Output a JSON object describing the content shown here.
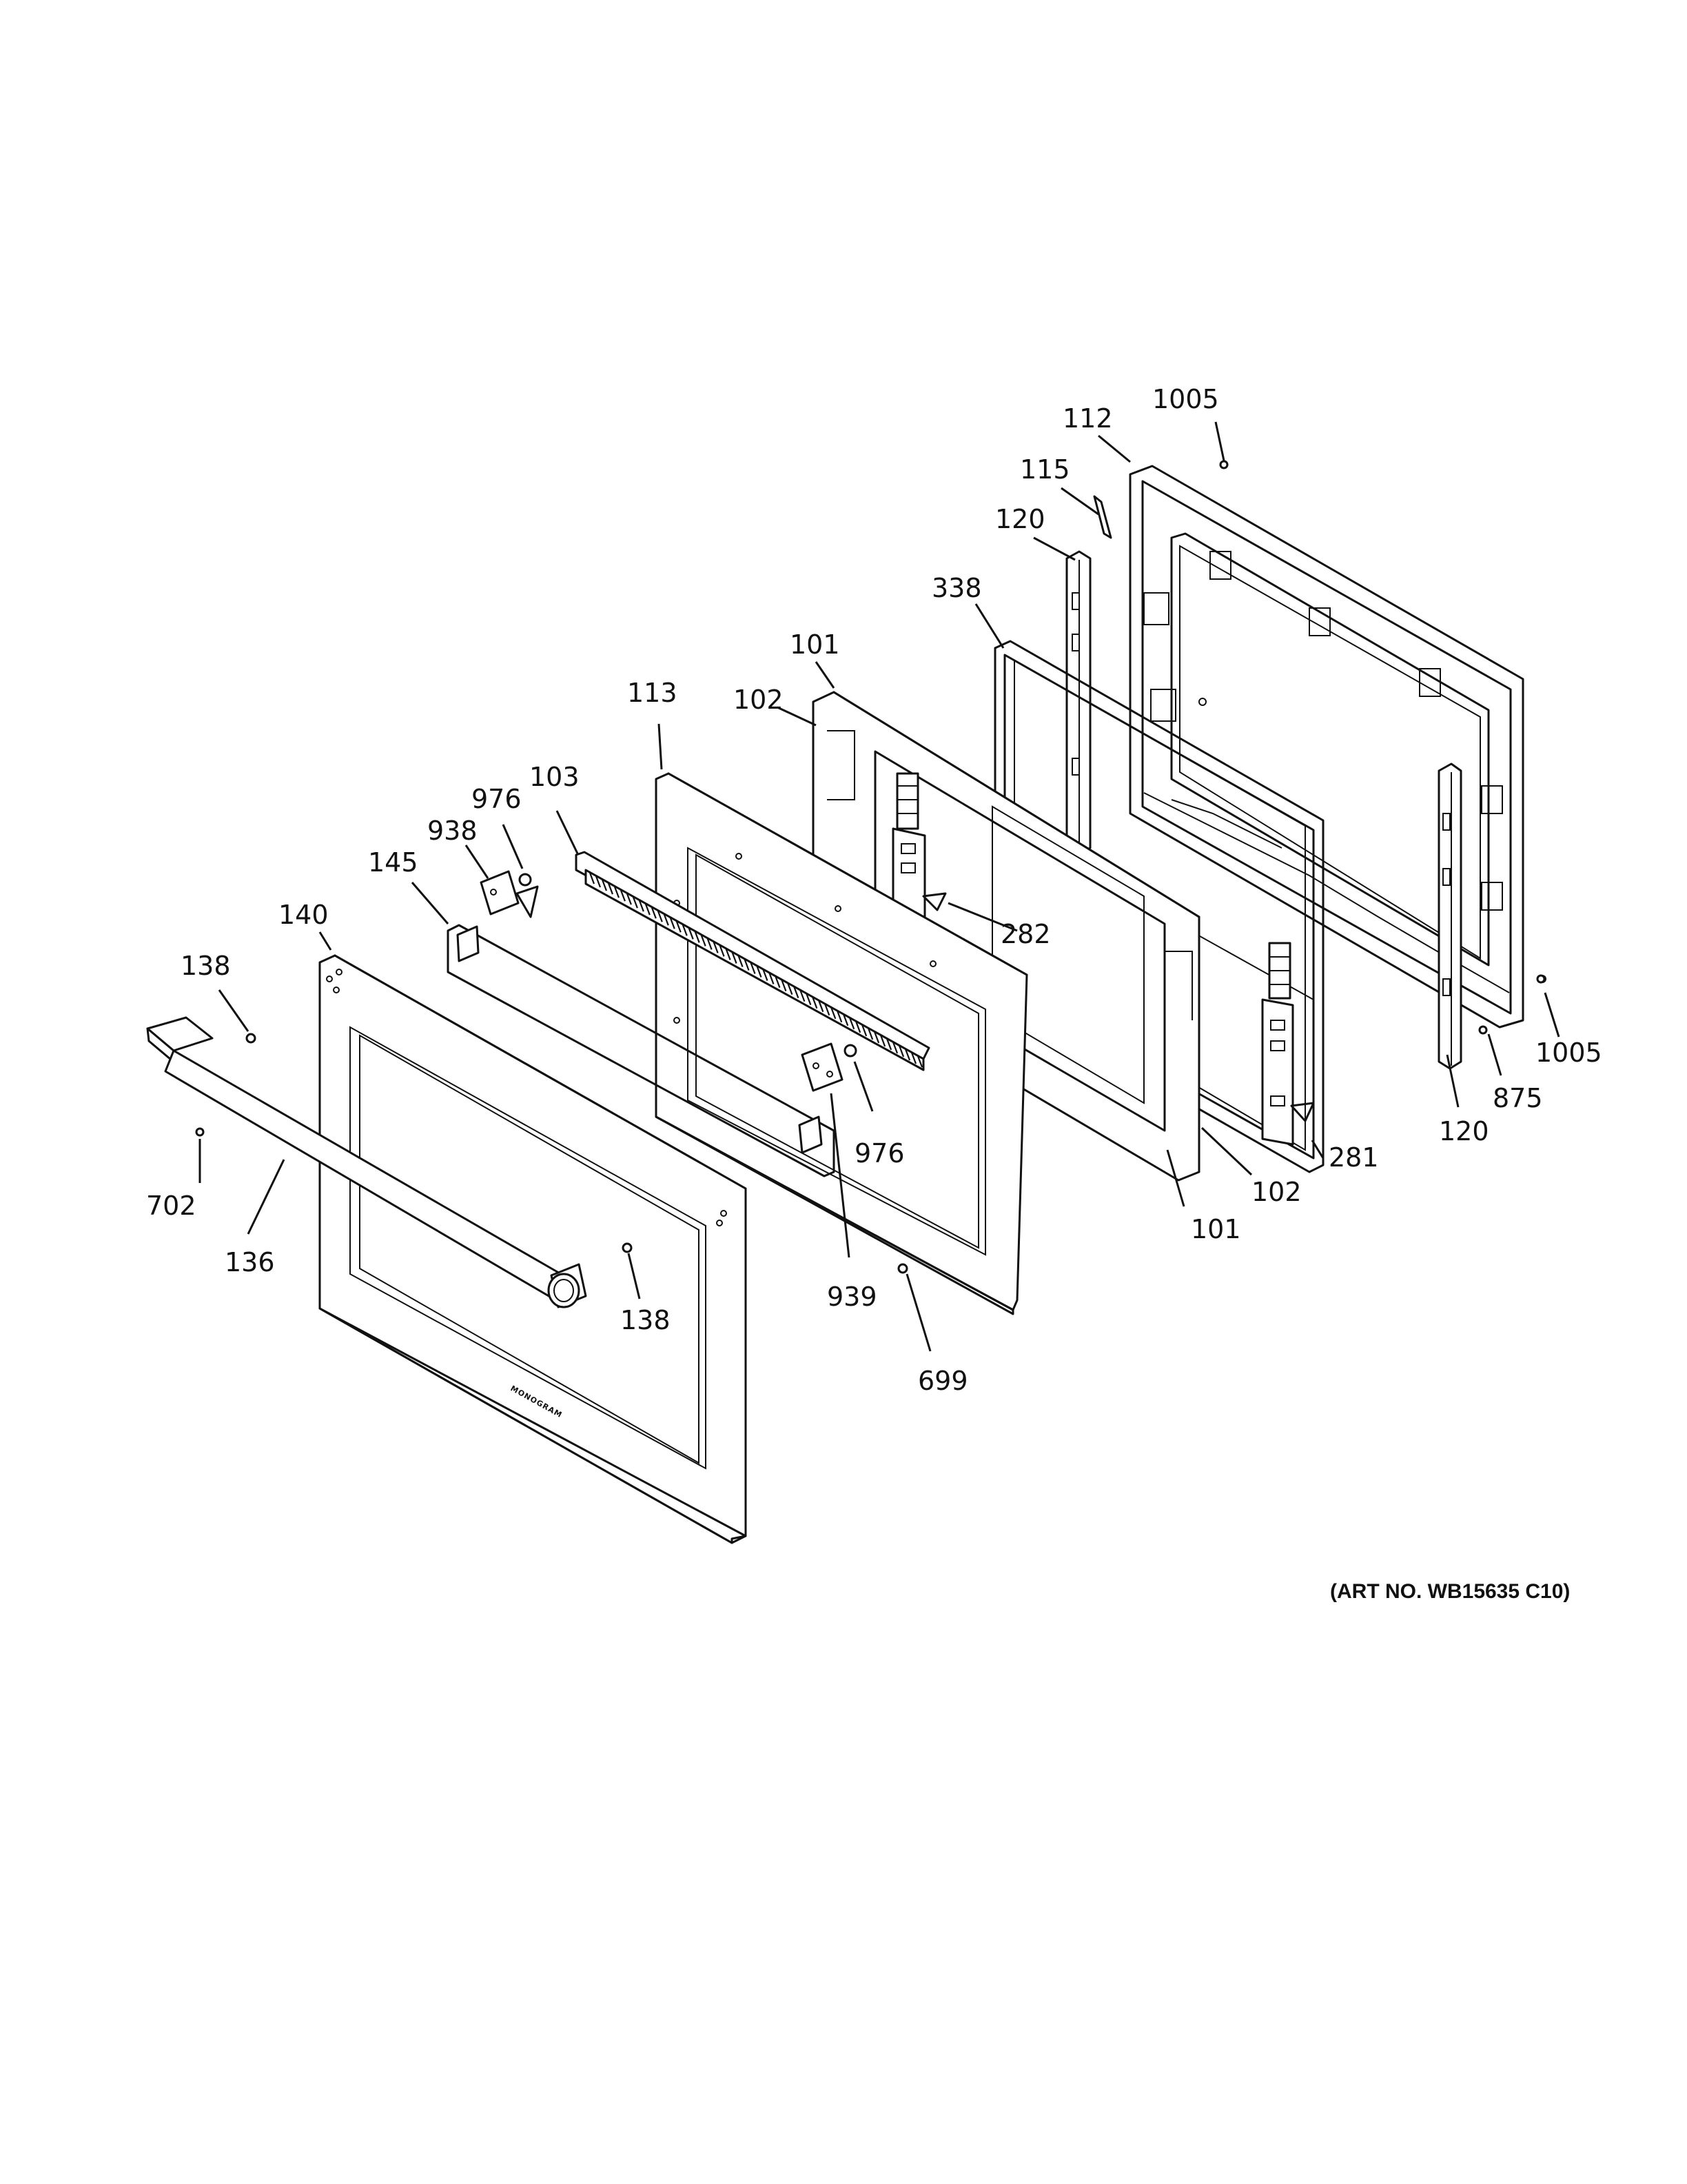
{
  "callouts": [
    {
      "id": "1005a",
      "label": "1005"
    },
    {
      "id": "112",
      "label": "112"
    },
    {
      "id": "115",
      "label": "115"
    },
    {
      "id": "120a",
      "label": "120"
    },
    {
      "id": "338",
      "label": "338"
    },
    {
      "id": "101a",
      "label": "101"
    },
    {
      "id": "102a",
      "label": "102"
    },
    {
      "id": "113",
      "label": "113"
    },
    {
      "id": "103",
      "label": "103"
    },
    {
      "id": "976a",
      "label": "976"
    },
    {
      "id": "938",
      "label": "938"
    },
    {
      "id": "145",
      "label": "145"
    },
    {
      "id": "140",
      "label": "140"
    },
    {
      "id": "138a",
      "label": "138"
    },
    {
      "id": "282",
      "label": "282"
    },
    {
      "id": "1005b",
      "label": "1005"
    },
    {
      "id": "875",
      "label": "875"
    },
    {
      "id": "120b",
      "label": "120"
    },
    {
      "id": "281",
      "label": "281"
    },
    {
      "id": "102b",
      "label": "102"
    },
    {
      "id": "101b",
      "label": "101"
    },
    {
      "id": "976b",
      "label": "976"
    },
    {
      "id": "702",
      "label": "702"
    },
    {
      "id": "136",
      "label": "136"
    },
    {
      "id": "138b",
      "label": "138"
    },
    {
      "id": "939",
      "label": "939"
    },
    {
      "id": "699",
      "label": "699"
    }
  ],
  "art_number": "(ART NO. WB15635 C10)",
  "brand_mark": "MONOGRAM"
}
